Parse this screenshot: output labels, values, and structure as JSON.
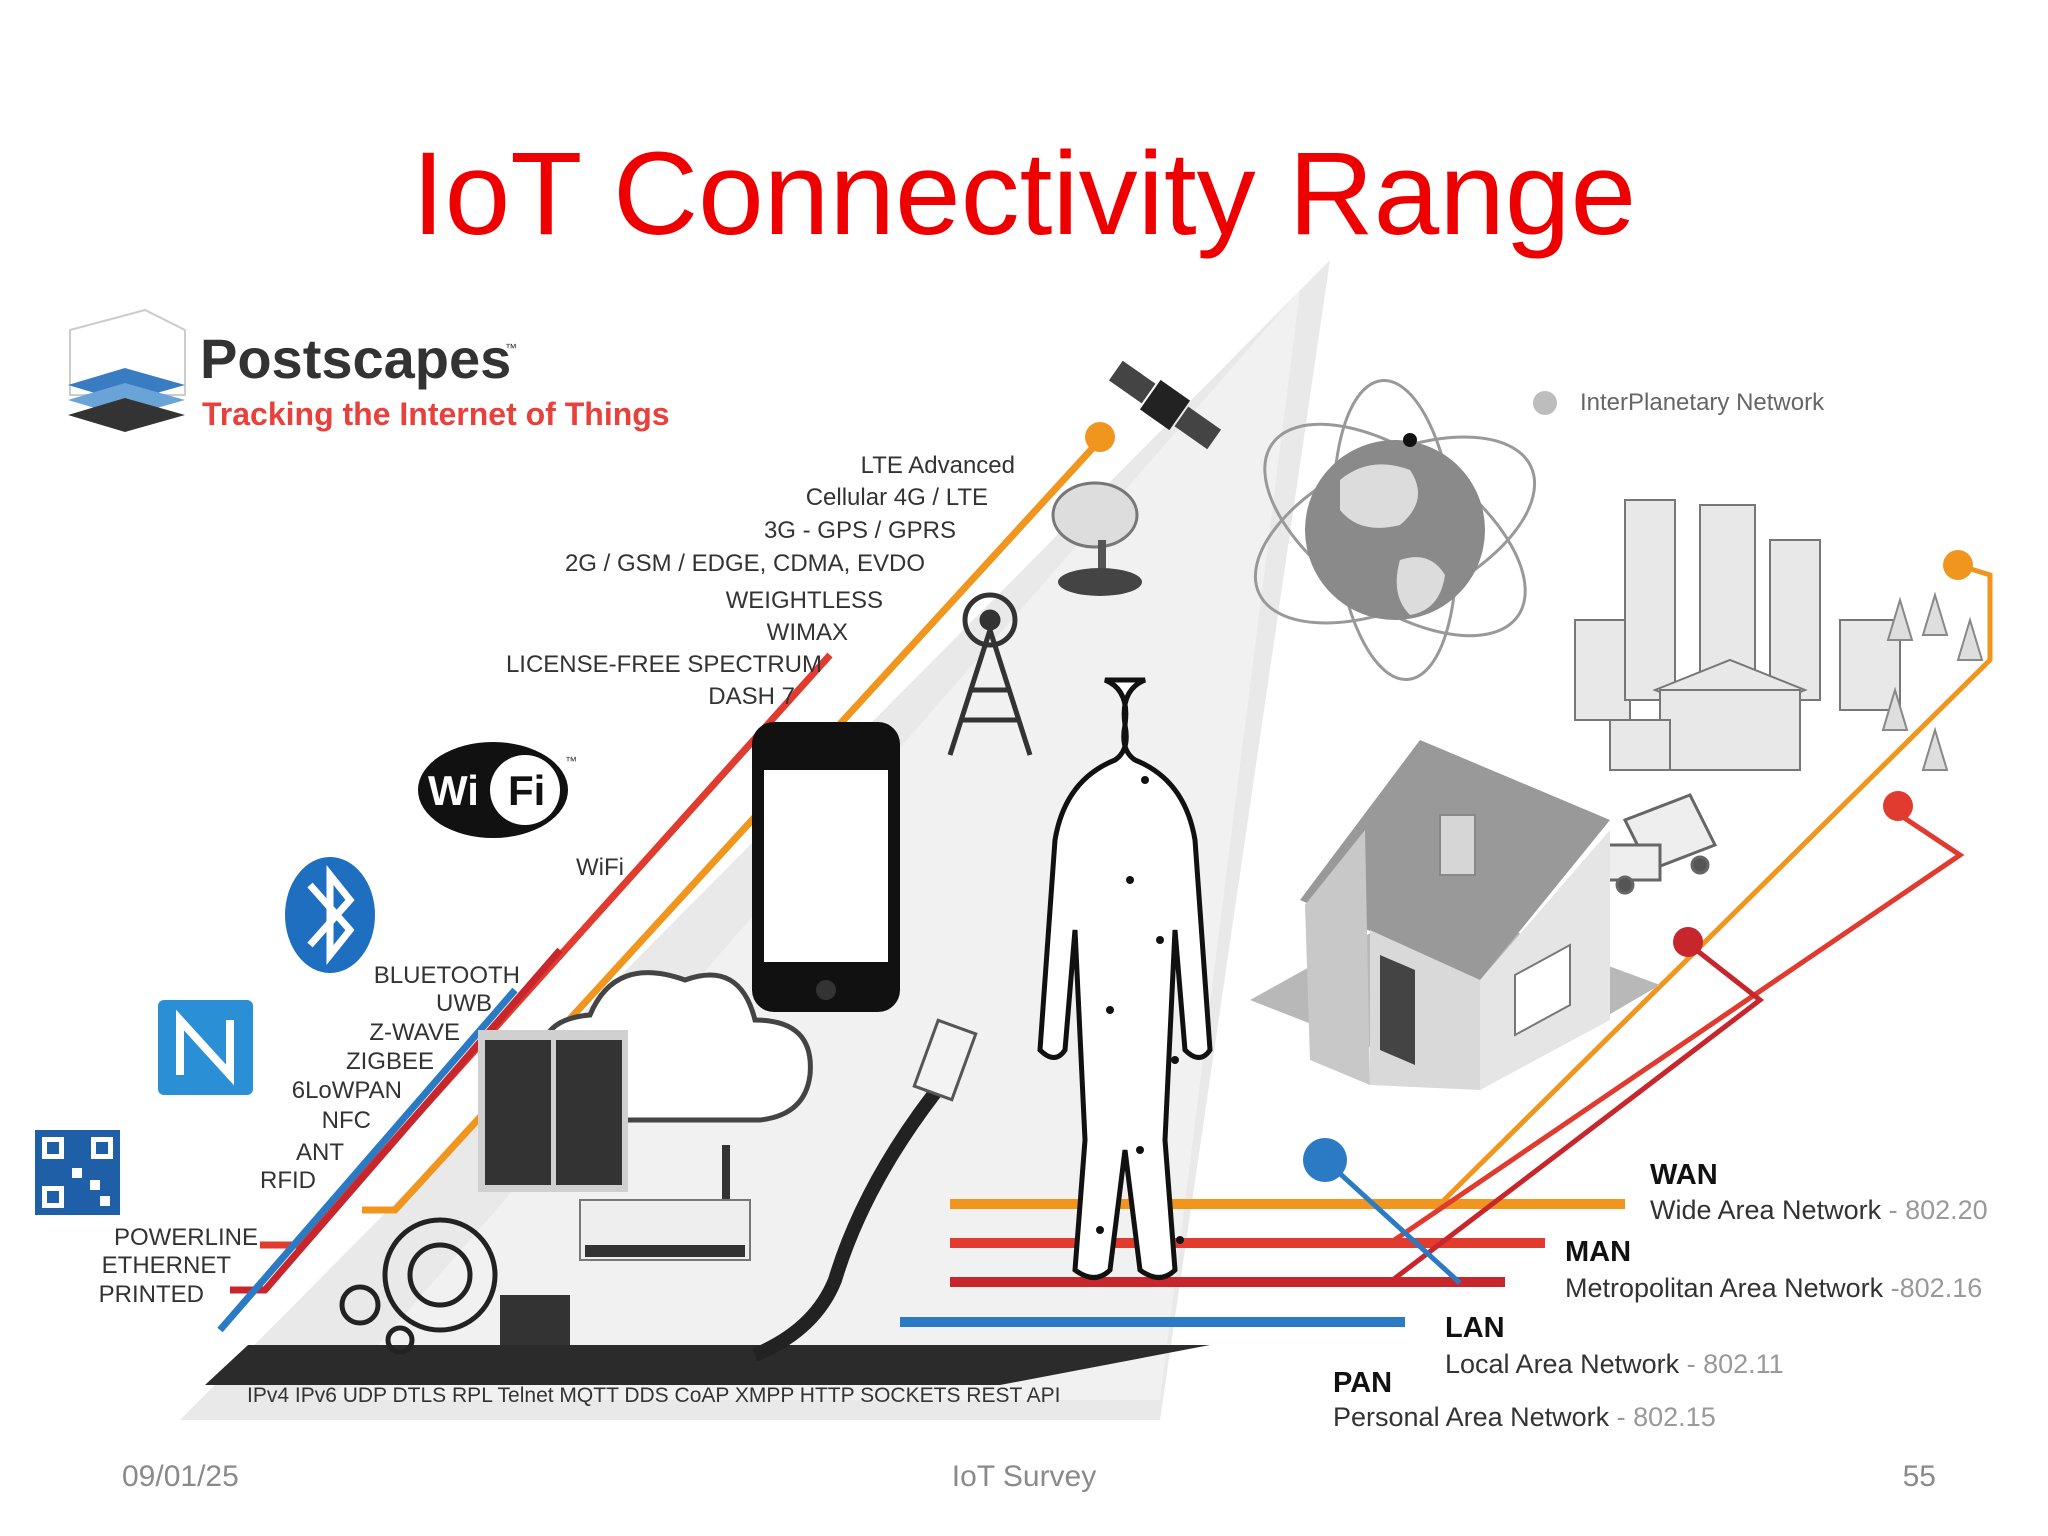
{
  "slide": {
    "title": "IoT Connectivity Range"
  },
  "brand": {
    "name": "Postscapes",
    "tm": "™",
    "tagline": "Tracking the Internet of Things"
  },
  "wifi_logo": {
    "left": "Wi",
    "right": "Fi",
    "tm": "™"
  },
  "range_labels": {
    "wan": [
      "LTE Advanced",
      "Cellular 4G / LTE",
      "3G - GPS / GPRS",
      "2G / GSM / EDGE, CDMA, EVDO",
      "WEIGHTLESS",
      "WIMAX",
      "LICENSE-FREE SPECTRUM",
      "DASH 7"
    ],
    "lan": "WiFi",
    "pan": [
      "BLUETOOTH",
      "UWB",
      "Z-WAVE",
      "ZIGBEE",
      "6LoWPAN",
      "NFC",
      "ANT",
      "RFID"
    ],
    "wired": [
      "POWERLINE",
      "ETHERNET",
      "PRINTED"
    ]
  },
  "protocols_text": "IPv4 IPv6 UDP DTLS RPL Telnet MQTT DDS CoAP XMPP HTTP SOCKETS REST API",
  "interplanetary_label": "InterPlanetary Network",
  "legend": [
    {
      "key": "wan",
      "name": "WAN",
      "desc": "Wide Area Network",
      "std": " - 802.20",
      "color": "#f0961e"
    },
    {
      "key": "man",
      "name": "MAN",
      "desc": "Metropolitan Area Network",
      "std": " -802.16",
      "color": "#e03b2e"
    },
    {
      "key": "lan",
      "name": "LAN",
      "desc": "Local Area Network",
      "std": " - 802.11",
      "color": "#c8262d"
    },
    {
      "key": "pan",
      "name": "PAN",
      "desc": "Personal Area Network",
      "std": " - 802.15",
      "color": "#2a7bc4"
    }
  ],
  "footer": {
    "date": "09/01/25",
    "center": "IoT Survey",
    "page": "55"
  }
}
